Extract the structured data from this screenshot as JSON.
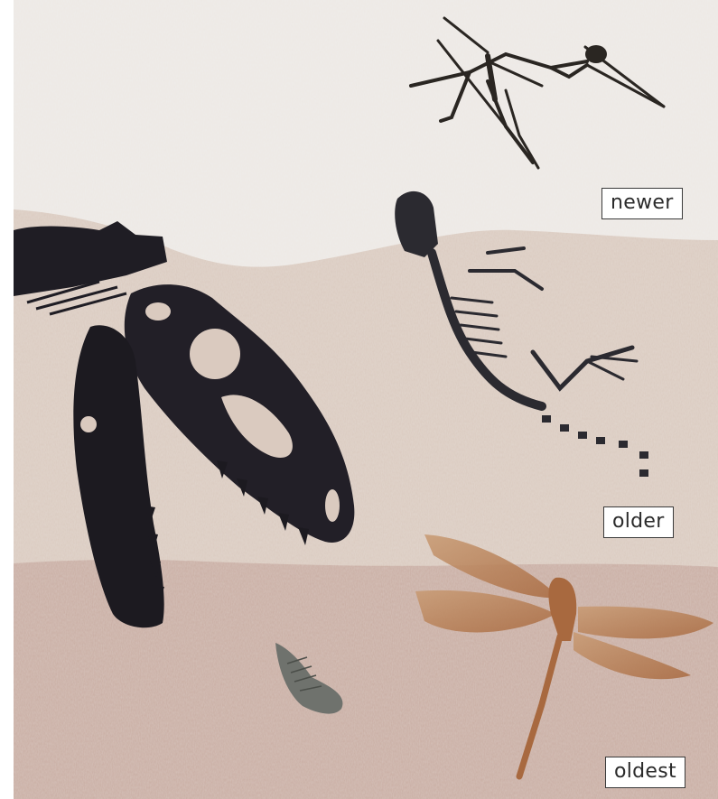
{
  "labels": {
    "newer": "newer",
    "older": "older",
    "oldest": "oldest"
  },
  "icons": {
    "top_layer": "pterosaur-fossil-icon",
    "middle_layer_1": "tyrannosaur-skull-fossil-icon",
    "middle_layer_2": "small-mammal-fossil-icon",
    "bottom_layer_1": "dragonfly-fossil-icon",
    "bottom_layer_2": "trilobite-fossil-icon"
  },
  "colors": {
    "top_layer": "#ece8e4",
    "middle_layer": "#d9c7bd",
    "bottom_layer": "#c7aca1",
    "fossil_dark": "#1e1c24",
    "fossil_amber": "#b07a48"
  }
}
